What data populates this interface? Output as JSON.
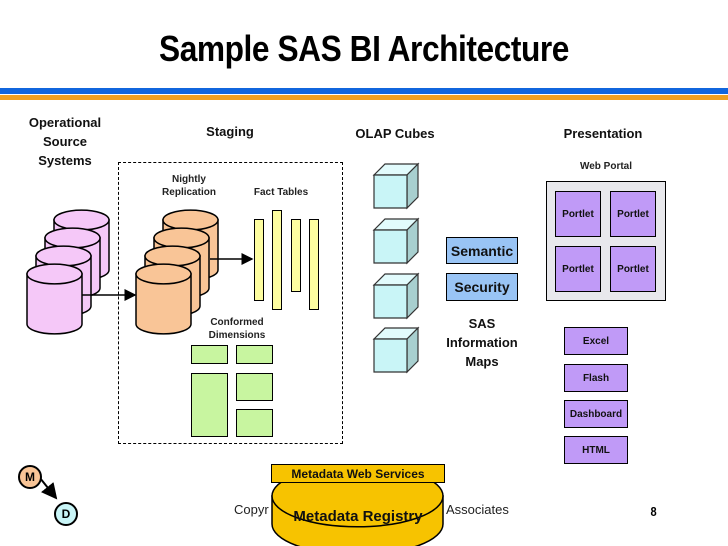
{
  "slide": {
    "title": "Sample SAS BI Architecture",
    "page_number": "8",
    "footer_left": "Copyr",
    "footer_right": "Associates"
  },
  "sections": {
    "operational": [
      "Operational",
      "Source",
      "Systems"
    ],
    "staging": "Staging",
    "nightly_replication": [
      "Nightly",
      "Replication"
    ],
    "fact_tables": "Fact Tables",
    "conformed_dimensions": [
      "Conformed",
      "Dimensions"
    ],
    "olap_cubes": "OLAP Cubes",
    "presentation": "Presentation",
    "web_portal": "Web Portal"
  },
  "semantic_layer": {
    "semantic": "Semantic",
    "security": "Security",
    "info_maps": [
      "SAS",
      "Information",
      "Maps"
    ]
  },
  "portlets": [
    "Portlet",
    "Portlet",
    "Portlet",
    "Portlet"
  ],
  "presentation_items": [
    "Excel",
    "Flash",
    "Dashboard",
    "HTML"
  ],
  "metadata": {
    "web_services": "Metadata Web Services",
    "registry": "Metadata Registry"
  },
  "legend": {
    "master": "M",
    "detail": "D"
  },
  "colors": {
    "source_db": "#f5c8f8",
    "staging_db": "#f9c597",
    "cube": "#c9f5f7",
    "semantic": "#99c4f5",
    "portlet": "#c09af7",
    "fact": "#fdfda0",
    "dimension": "#c8f5a0",
    "metadata": "#f7c300"
  }
}
